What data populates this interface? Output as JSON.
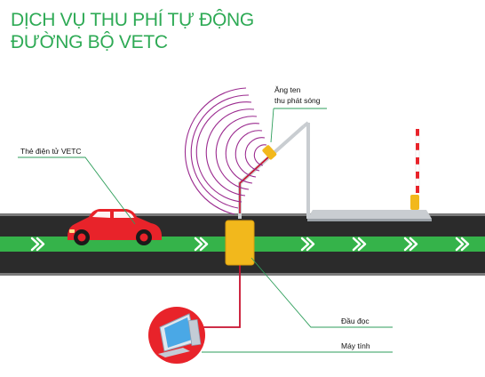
{
  "title": {
    "line1": "DỊCH VỤ THU PHÍ TỰ ĐỘNG",
    "line2": "ĐƯỜNG BỘ VETC"
  },
  "labels": {
    "antenna_line1": "Ăng ten",
    "antenna_line2": "thu phát sóng",
    "tag": "Thẻ điện tử VETC",
    "reader": "Đầu đọc",
    "computer": "Máy tính"
  },
  "colors": {
    "title": "#2eaa55",
    "road": "#2b2b2b",
    "lane_stripe": "#35b34a",
    "car": "#e8232a",
    "reader_box": "#f2b81c",
    "cable": "#c8102e",
    "radio_waves": "#9b2b8f",
    "leader_lines": "#2e9e5b",
    "barrier_stripes": [
      "#e8232a",
      "#ffffff"
    ]
  }
}
